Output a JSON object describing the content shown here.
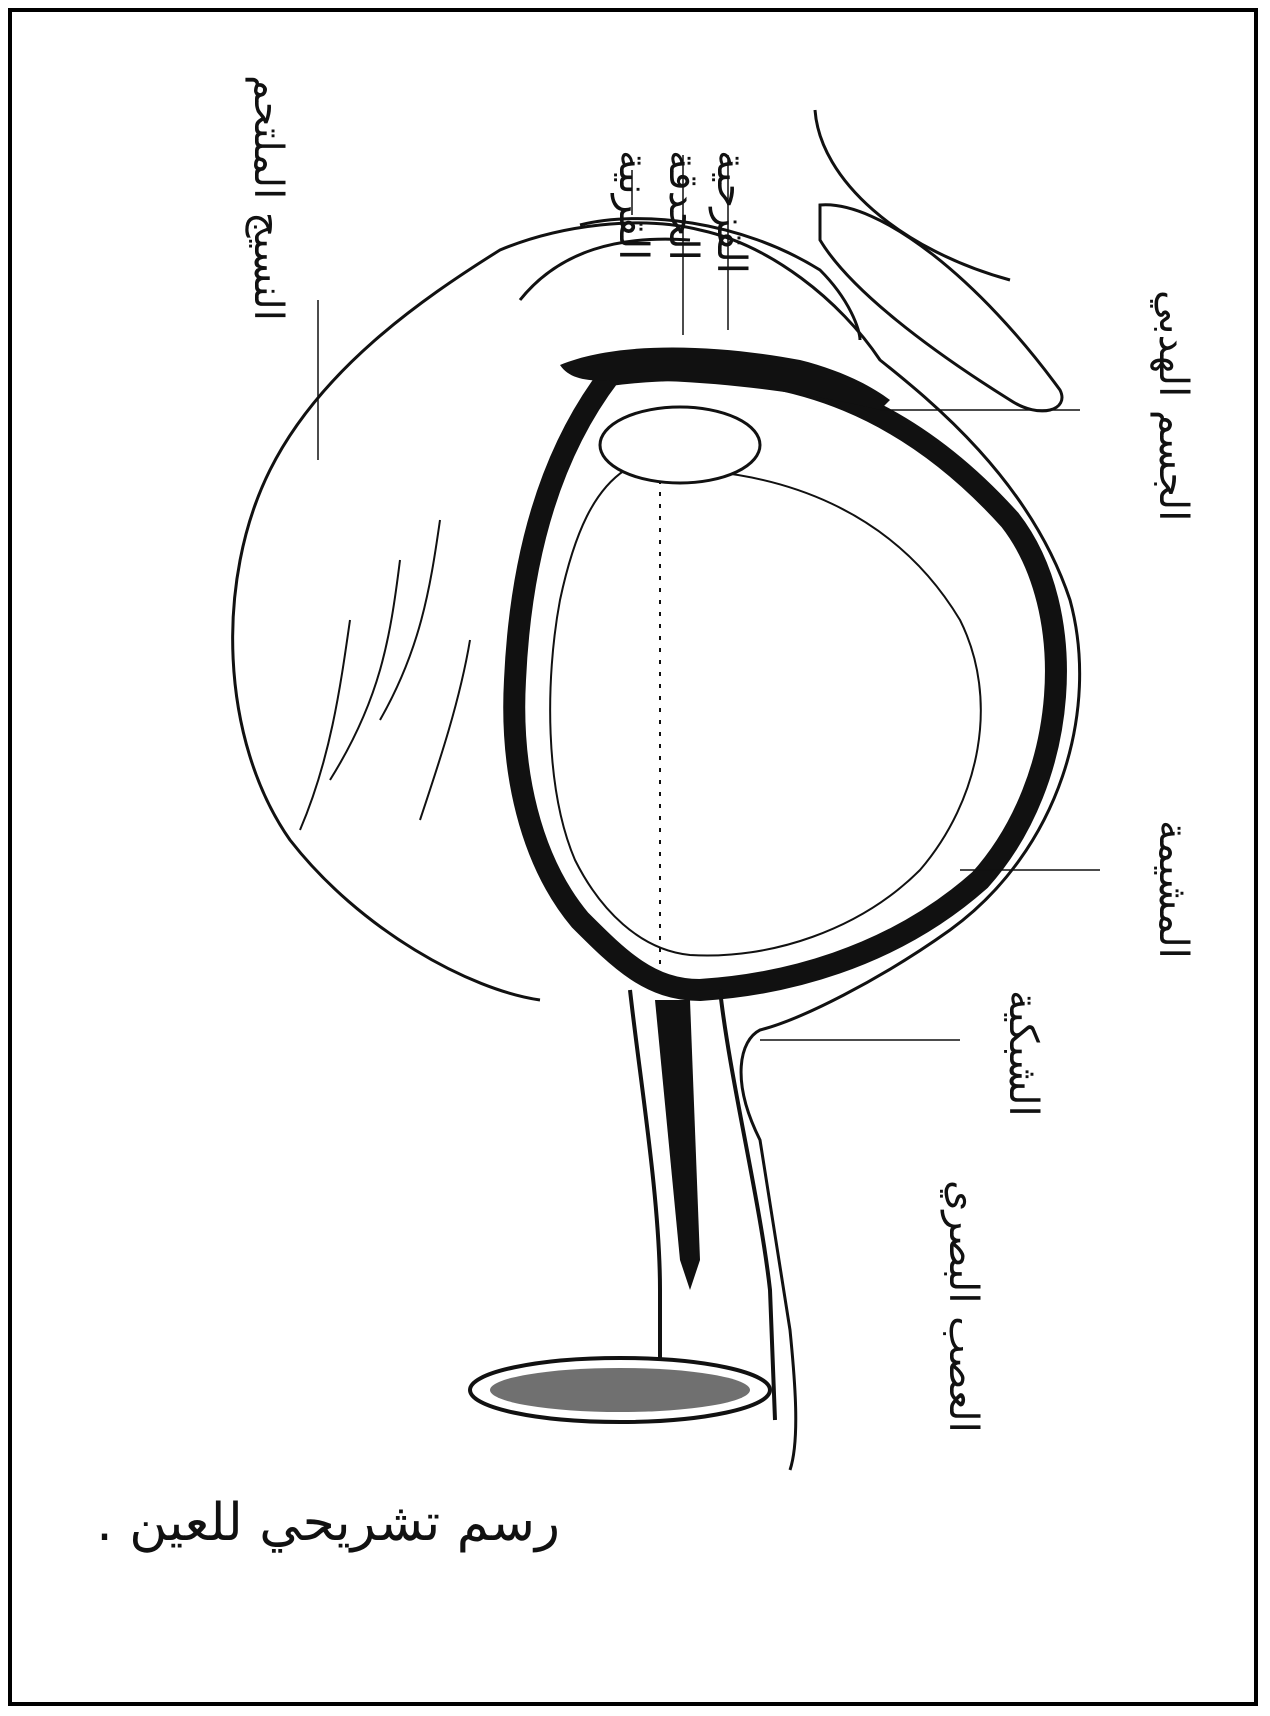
{
  "caption": "رسم تشريحي للعين .",
  "labels": {
    "cornea": "القرنية",
    "pupil": "الحدقة",
    "iris": "القزحية",
    "conjunctiva": "النسيج الملتحم",
    "ciliary_body": "الجسم الهدبي",
    "choroid": "المشيمة",
    "retina": "الشبكية",
    "optic_nerve": "العصب البصري"
  },
  "colors": {
    "ink": "#111111",
    "paper": "#ffffff"
  }
}
